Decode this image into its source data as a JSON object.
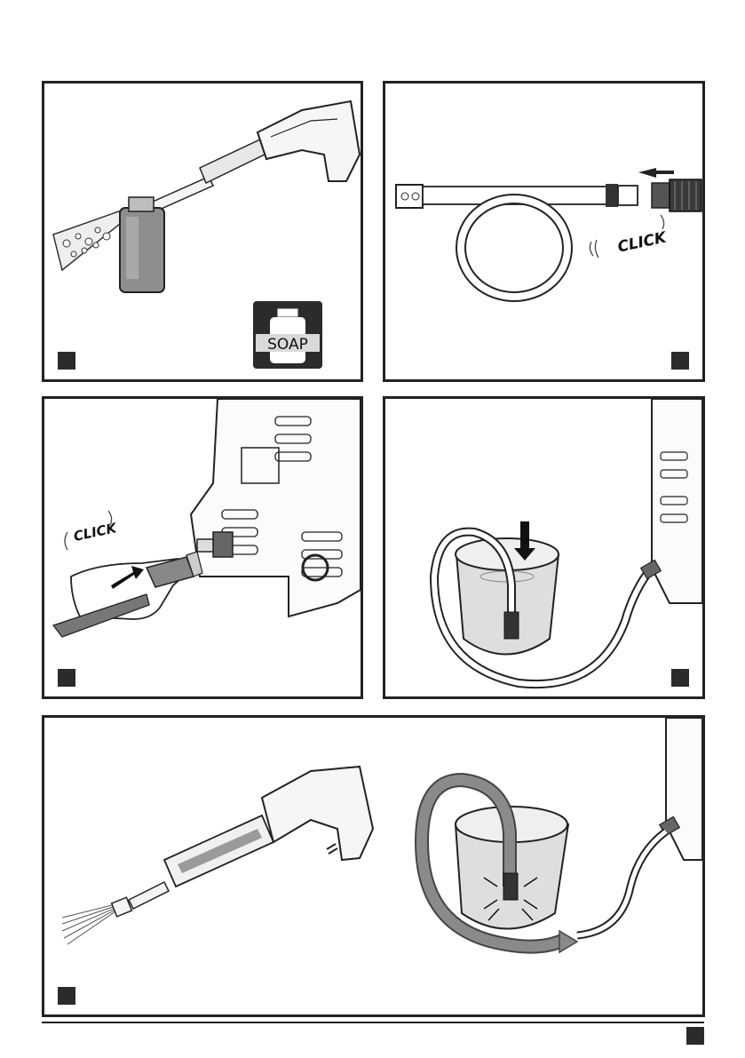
{
  "panels": [
    {
      "id": "soap-lance",
      "soap_label": "SOAP"
    },
    {
      "id": "hose-connect",
      "click_label": "CLICK"
    },
    {
      "id": "inlet-connect",
      "click_label": "CLICK"
    },
    {
      "id": "bucket-suction"
    },
    {
      "id": "priming"
    }
  ],
  "colors": {
    "frame": "#222222",
    "accent": "#2b2b2b",
    "water": "#dcdcdc",
    "hose_grey": "#7a7a7a"
  }
}
